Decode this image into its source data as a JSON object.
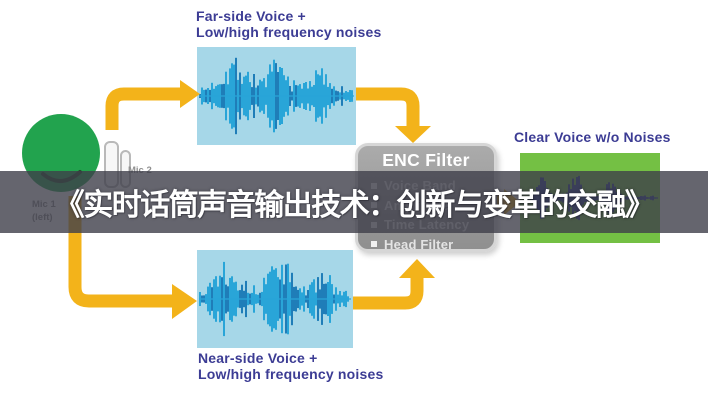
{
  "diagram": {
    "far_side_label": {
      "line1": "Far-side Voice +",
      "line2": "Low/high frequency noises"
    },
    "near_side_label": {
      "line1": "Near-side Voice +",
      "line2": "Low/high frequency noises"
    },
    "clear_voice_label": "Clear Voice w/o Noises",
    "mic2_label": "Mic 2",
    "mic1_label": {
      "line1": "Mic 1",
      "line2": "(left)"
    }
  },
  "enc": {
    "title": "ENC Filter",
    "items": [
      "Voice Band",
      "Amplitude",
      "Time Latency",
      "Head Filter"
    ]
  },
  "overlay": {
    "title": "《实时话筒声音输出技术：创新与变革的交融》"
  },
  "colors": {
    "arrow_yellow": "#f3b31a",
    "waveform_box_blue": "#a6d7e8",
    "waveform_blue": "#29a5d8",
    "waveform_blue_dark": "#1f7db8",
    "clear_box_green": "#74c044",
    "clean_waveform_blue": "#2a3f96",
    "head_green": "#22a34e",
    "enc_box_gray": "#9d9d9d",
    "label_indigo": "#3c3c94",
    "overlay_tint": "rgba(62,62,74,0.8)"
  }
}
